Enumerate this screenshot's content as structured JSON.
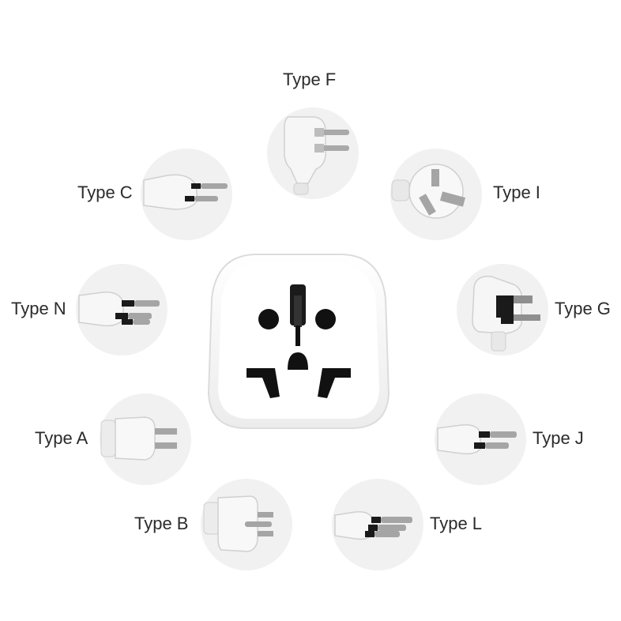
{
  "plugs": [
    {
      "id": "F",
      "label": "Type F"
    },
    {
      "id": "I",
      "label": "Type I"
    },
    {
      "id": "C",
      "label": "Type C"
    },
    {
      "id": "G",
      "label": "Type G"
    },
    {
      "id": "N",
      "label": "Type N"
    },
    {
      "id": "J",
      "label": "Type J"
    },
    {
      "id": "A",
      "label": "Type A"
    },
    {
      "id": "B",
      "label": "Type B"
    },
    {
      "id": "L",
      "label": "Type L"
    }
  ],
  "colors": {
    "bubble": "#f1f1f1",
    "plug_body": "#f7f7f7",
    "plug_shadow": "#cfcfcf",
    "pin": "#9a9a9a",
    "pin_insulation": "#1a1a1a",
    "socket": "#111111"
  }
}
